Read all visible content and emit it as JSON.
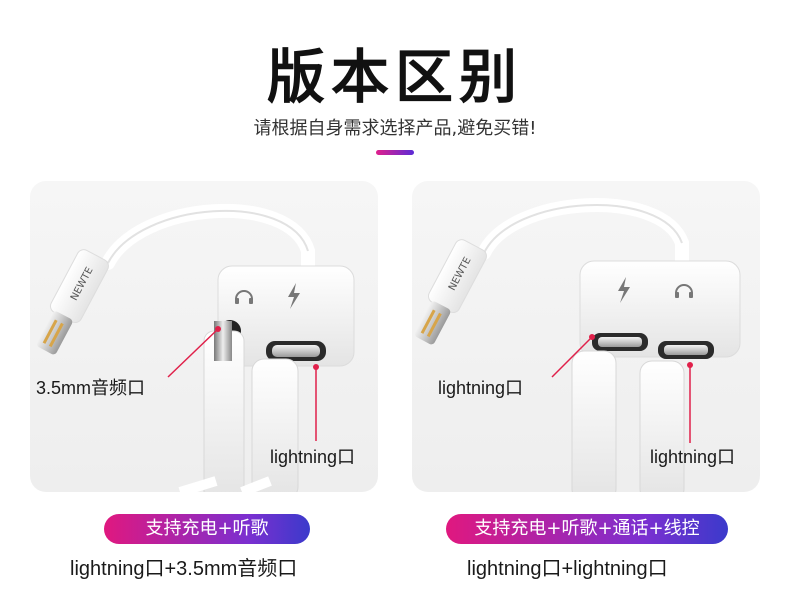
{
  "header": {
    "title": "版本区别",
    "subtitle": "请根据自身需求选择产品,避免买错!"
  },
  "brand_text": "NEWTE",
  "colors": {
    "accent_start": "#e01f8c",
    "accent_end": "#5b2bd6",
    "callout_line": "#e0204a"
  },
  "left_card": {
    "port_icons": [
      "headphone-icon",
      "lightning-bolt-icon"
    ],
    "callout_audio": "3.5mm音频口",
    "callout_lightning": "lightning口",
    "badge": "支持充电+听歌",
    "ports": "lightning口+3.5mm音频口"
  },
  "right_card": {
    "port_icons": [
      "lightning-bolt-icon",
      "headphone-icon"
    ],
    "callout_top": "lightning口",
    "callout_bottom": "lightning口",
    "badge": "支持充电+听歌+通话+线控",
    "ports": "lightning口+lightning口"
  }
}
